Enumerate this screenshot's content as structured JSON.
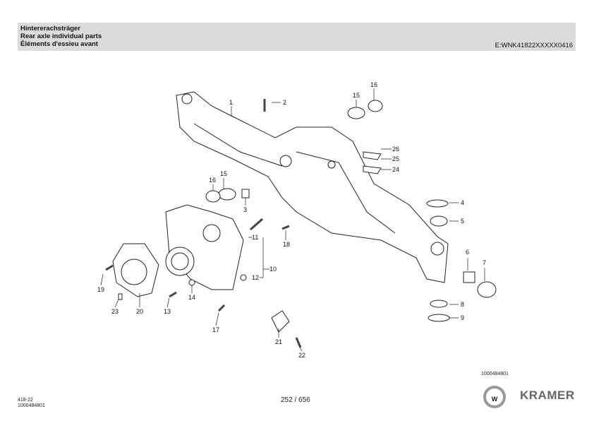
{
  "header": {
    "title_de": "Hintererachsträger",
    "title_en": "Rear axle individual parts",
    "title_fr": "Éléments d'essieu avant",
    "code": "E:WNK41822XXXXX0416"
  },
  "diagram": {
    "callouts": [
      "1",
      "2",
      "3",
      "4",
      "5",
      "6",
      "7",
      "8",
      "9",
      "10",
      "11",
      "12",
      "13",
      "14",
      "15",
      "16",
      "17",
      "18",
      "19",
      "20",
      "21",
      "22",
      "23",
      "24",
      "25",
      "26",
      "15",
      "16"
    ],
    "figure_id": "1000484801"
  },
  "footer": {
    "doc_ref": "418-22",
    "doc_number": "1000484801",
    "page": "252 / 656",
    "brand": "KRAMER",
    "logo_letter": "W",
    "brand_color": "#c8102e"
  }
}
